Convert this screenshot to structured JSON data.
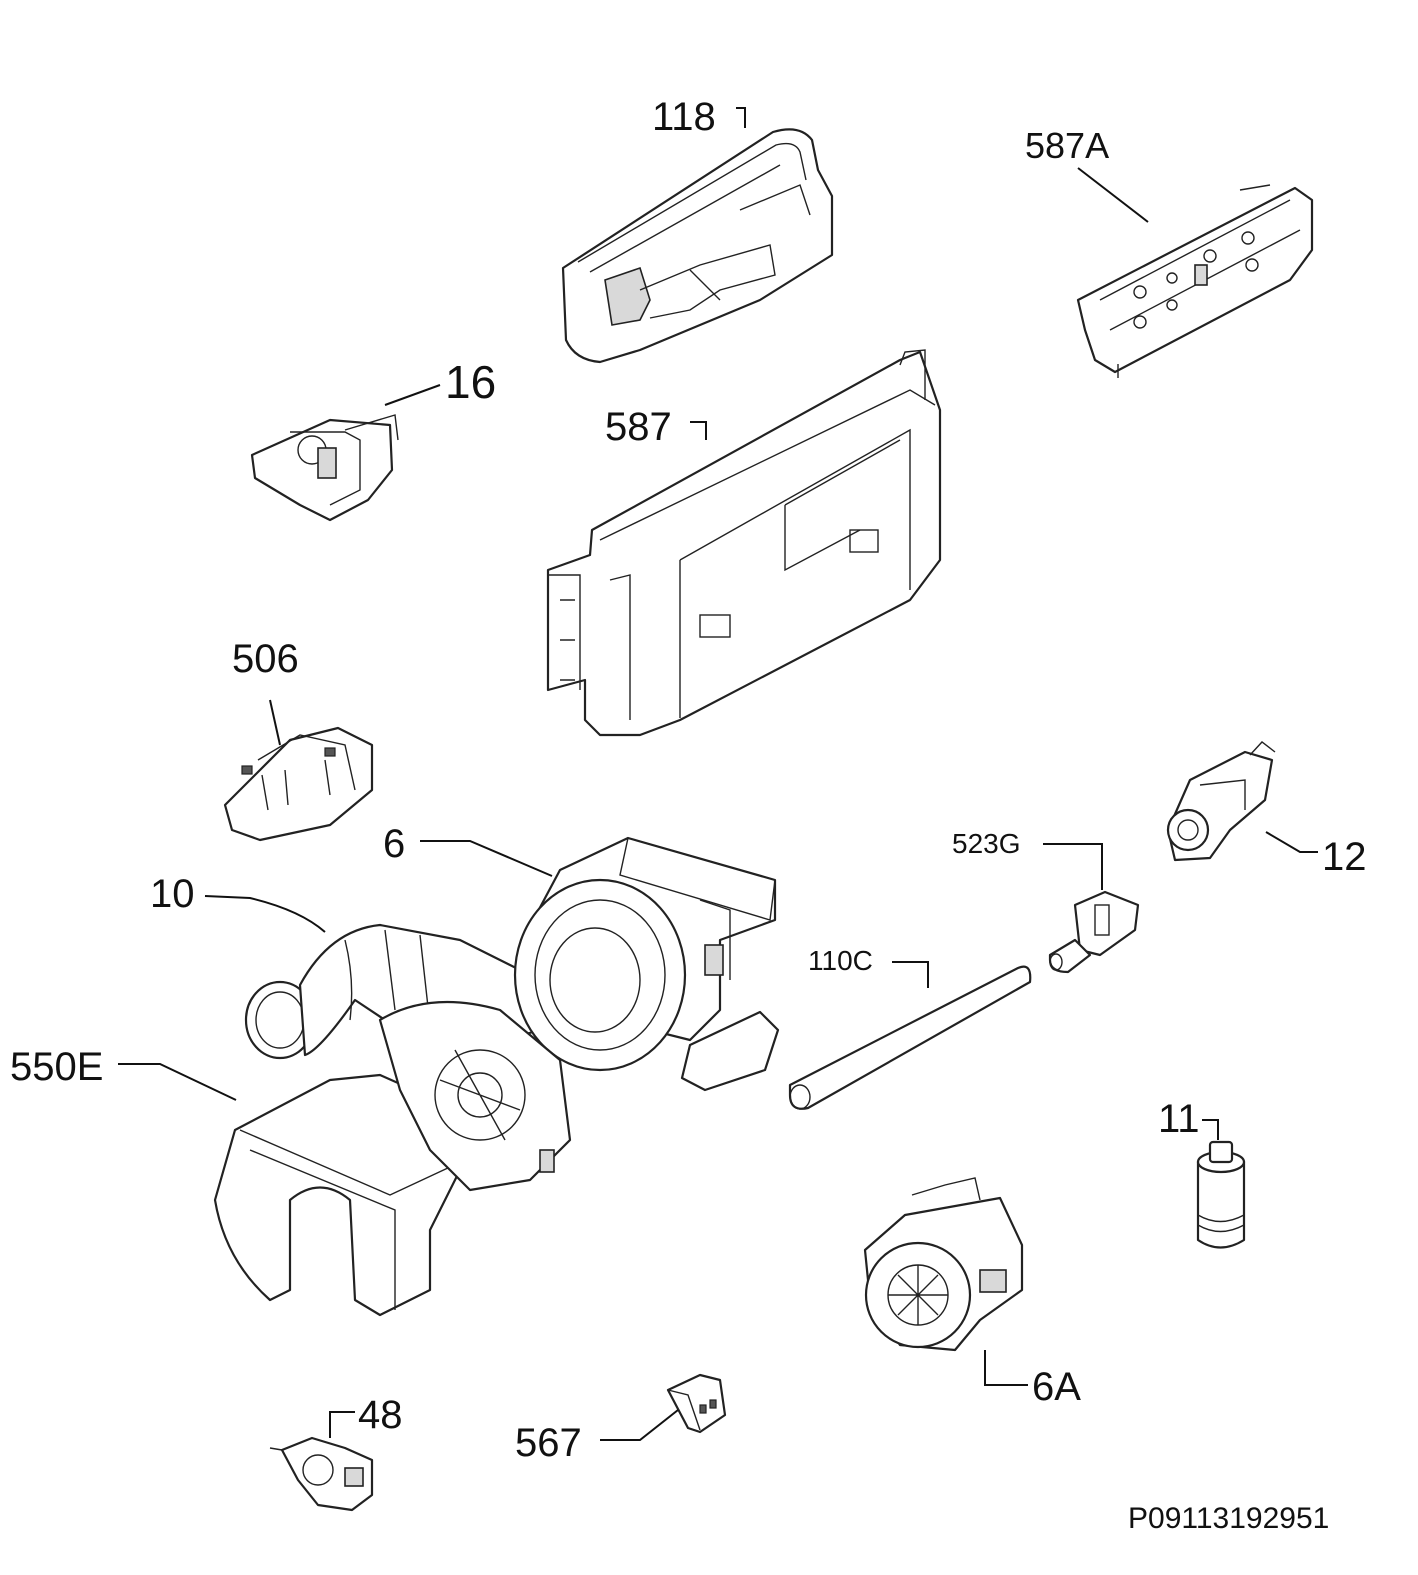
{
  "labels": {
    "p118": "118",
    "p587A": "587A",
    "p16": "16",
    "p587": "587",
    "p506": "506",
    "p6": "6",
    "p523G": "523G",
    "p12": "12",
    "p10": "10",
    "p110C": "110C",
    "p550E": "550E",
    "p11": "11",
    "p6A": "6A",
    "p48": "48",
    "p567": "567"
  },
  "drawing_code": "P09113192951"
}
